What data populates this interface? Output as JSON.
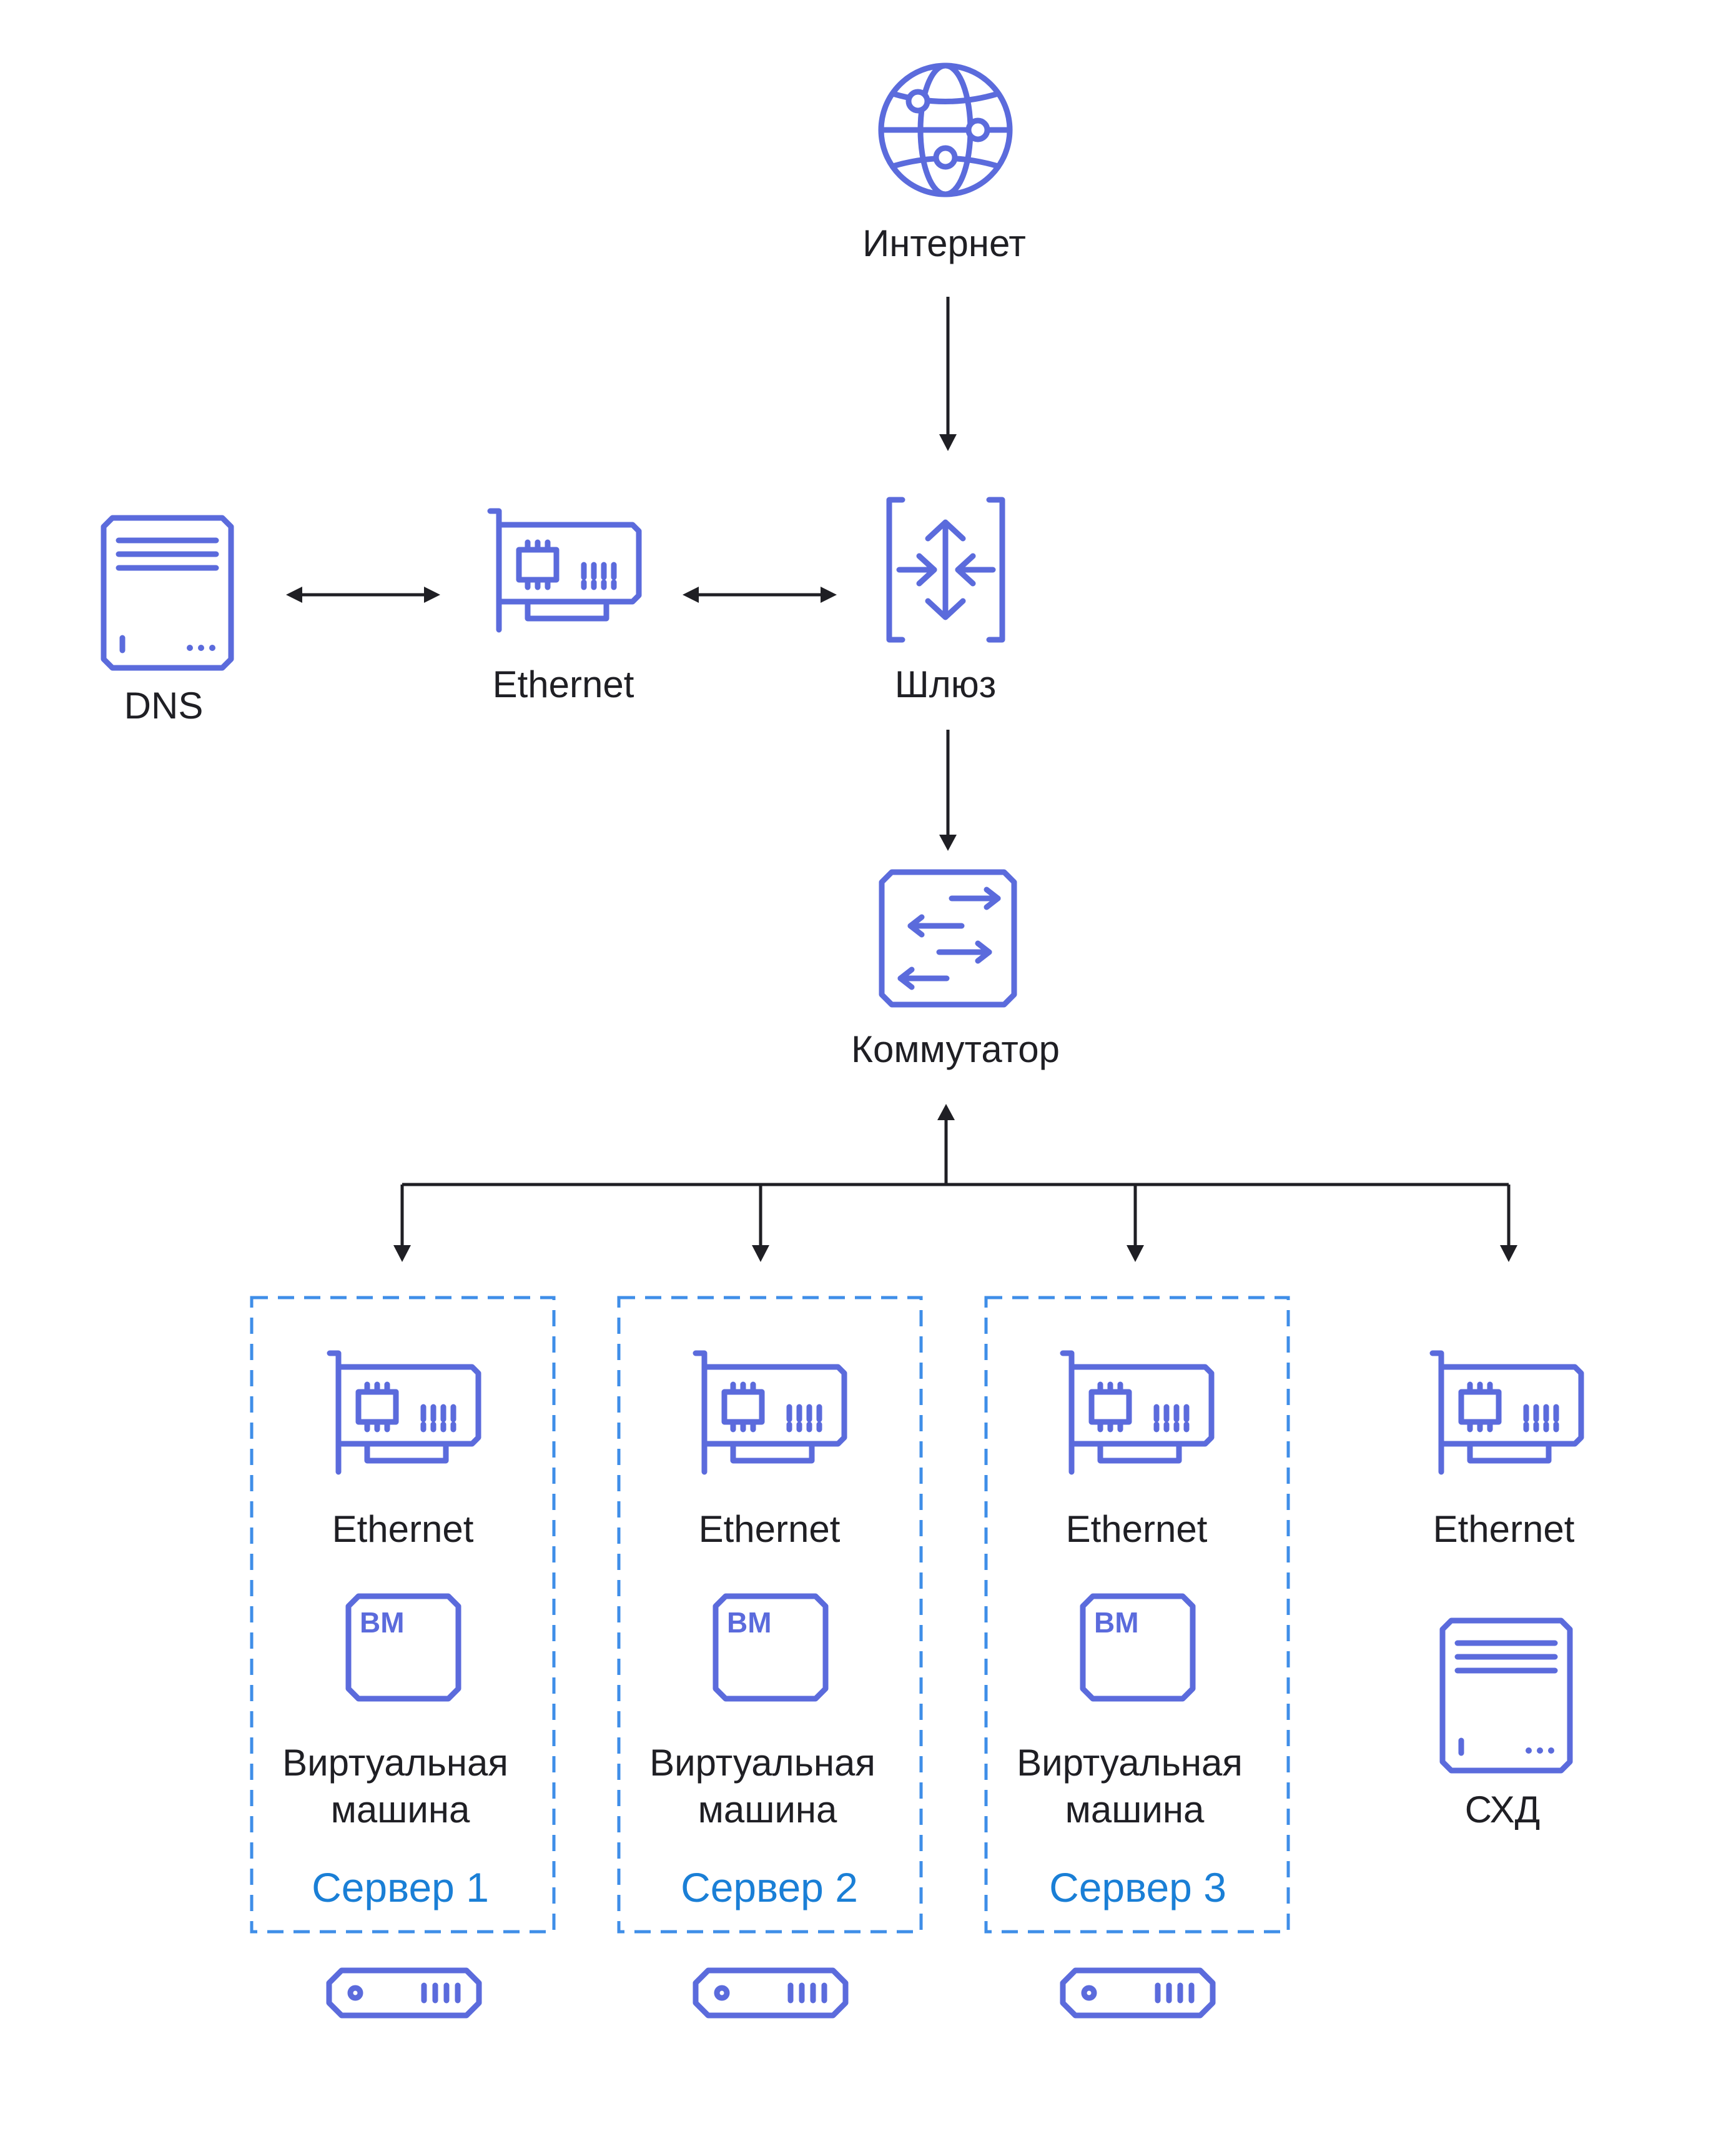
{
  "nodes": {
    "internet": "Интернет",
    "dns": "DNS",
    "ethernet_top": "Ethernet",
    "gateway": "Шлюз",
    "switch": "Коммутатор",
    "storage_ethernet": "Ethernet",
    "storage": "СХД"
  },
  "servers": [
    {
      "ethernet": "Ethernet",
      "vm_badge": "ВМ",
      "vm_line1": "Виртуальная",
      "vm_line2": "машина",
      "title": "Сервер 1"
    },
    {
      "ethernet": "Ethernet",
      "vm_badge": "ВМ",
      "vm_line1": "Виртуальная",
      "vm_line2": "машина",
      "title": "Сервер 2"
    },
    {
      "ethernet": "Ethernet",
      "vm_badge": "ВМ",
      "vm_line1": "Виртуальная",
      "vm_line2": "машина",
      "title": "Сервер 3"
    }
  ],
  "colors": {
    "icon": "#5b6bdc",
    "server_frame": "#3f8ee8",
    "server_title": "#1a7fd6",
    "text": "#1f1f24",
    "connector": "#1f1f24"
  }
}
